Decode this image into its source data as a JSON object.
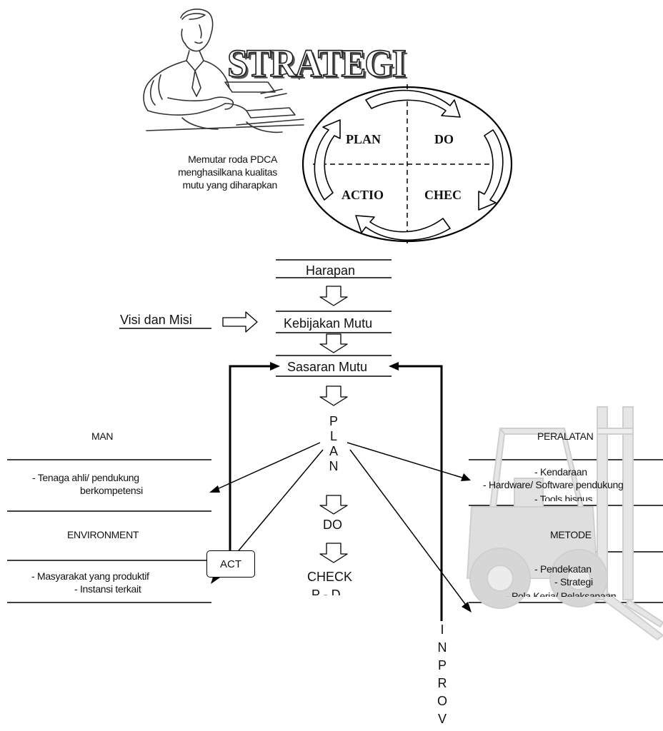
{
  "header": {
    "title": "STRATEGI",
    "caption_lines": [
      "Memutar roda PDCA",
      "menghasilkana kualitas",
      "mutu yang diharapkan"
    ]
  },
  "pdca_wheel": {
    "quadrants": [
      "PLAN",
      "DO",
      "ACTIO",
      "CHEC"
    ]
  },
  "flow": {
    "steps": [
      "Harapan",
      "Kebijakan Mutu",
      "Sasaran Mutu"
    ],
    "input_label": "Visi dan Misi",
    "plan_letters": [
      "P",
      "L",
      "A",
      "N"
    ],
    "do_label": "DO",
    "check_label": "CHECK",
    "check_sub": "P - D"
  },
  "left_factors": [
    {
      "title": "MAN",
      "items": [
        "- Tenaga ahli/ pendukung",
        "berkompetensi"
      ]
    },
    {
      "title": "ENVIRONMENT",
      "items": [
        "- Masyarakat yang produktif",
        "- Instansi terkait"
      ]
    }
  ],
  "right_factors": [
    {
      "title": "PERALATAN",
      "items": [
        "- Kendaraan",
        "- Hardware/ Software pendukung",
        "- Tools bisnus"
      ]
    },
    {
      "title": "METODE",
      "items": [
        "- Pendekatan",
        "- Strategi",
        "- Pola Kerja/ Pelaksanaan"
      ]
    }
  ],
  "feedback": {
    "act_label": "ACT",
    "improve_letters": [
      "I",
      "N",
      "P",
      "R",
      "O",
      "V"
    ]
  },
  "illustrations": {
    "businessman": "businessman-at-desk-icon",
    "forklift": "forklift-icon"
  }
}
